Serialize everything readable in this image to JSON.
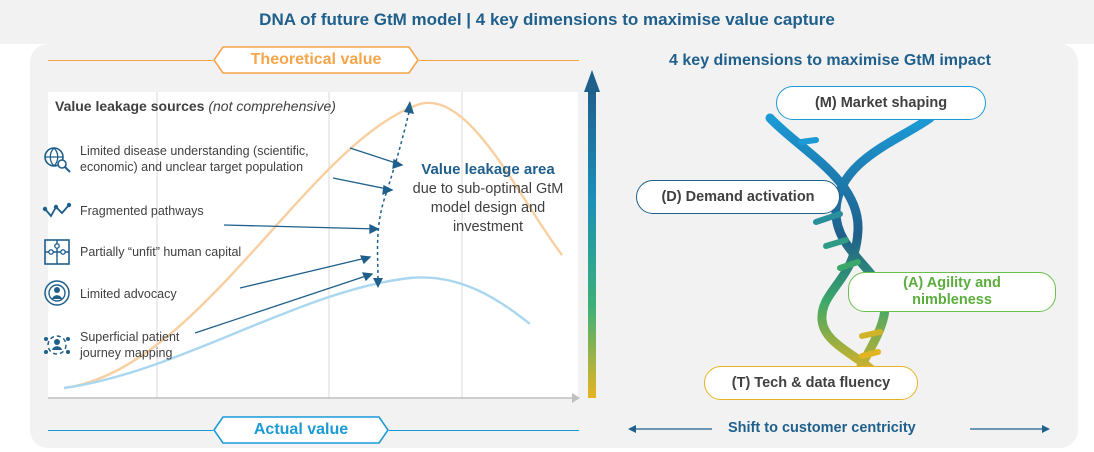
{
  "title": "DNA of future GtM model | 4 key dimensions to maximise value capture",
  "left": {
    "theoretical_label": "Theoretical value",
    "actual_label": "Actual value",
    "sources_title": "Value leakage sources",
    "sources_note": "(not comprehensive)",
    "sources": [
      {
        "icon": "globe-magnifier-icon",
        "text": "Limited disease understanding (scientific, economic) and unclear target population"
      },
      {
        "icon": "pathway-icon",
        "text": "Fragmented pathways"
      },
      {
        "icon": "puzzle-icon",
        "text": "Partially “unfit” human capital"
      },
      {
        "icon": "advocacy-icon",
        "text": "Limited advocacy"
      },
      {
        "icon": "patient-journey-icon",
        "text": "Superficial patient journey mapping"
      }
    ],
    "leakage_area": {
      "title": "Value leakage area",
      "desc": "due to sub-optimal GtM model design and investment"
    },
    "colors": {
      "theoretical": "#f5a54a",
      "actual": "#1b9ad6"
    }
  },
  "right": {
    "title": "4 key dimensions to maximise GtM impact",
    "dimensions": [
      {
        "label": "(M) Market shaping",
        "color": "#1b9ad6"
      },
      {
        "label": "(D) Demand activation",
        "color": "#1f5f8b"
      },
      {
        "label": "(A) Agility and nimbleness",
        "color": "#6abf4b"
      },
      {
        "label": "(T) Tech & data fluency",
        "color": "#e8b321"
      }
    ],
    "shift_label": "Shift to customer centricity"
  }
}
